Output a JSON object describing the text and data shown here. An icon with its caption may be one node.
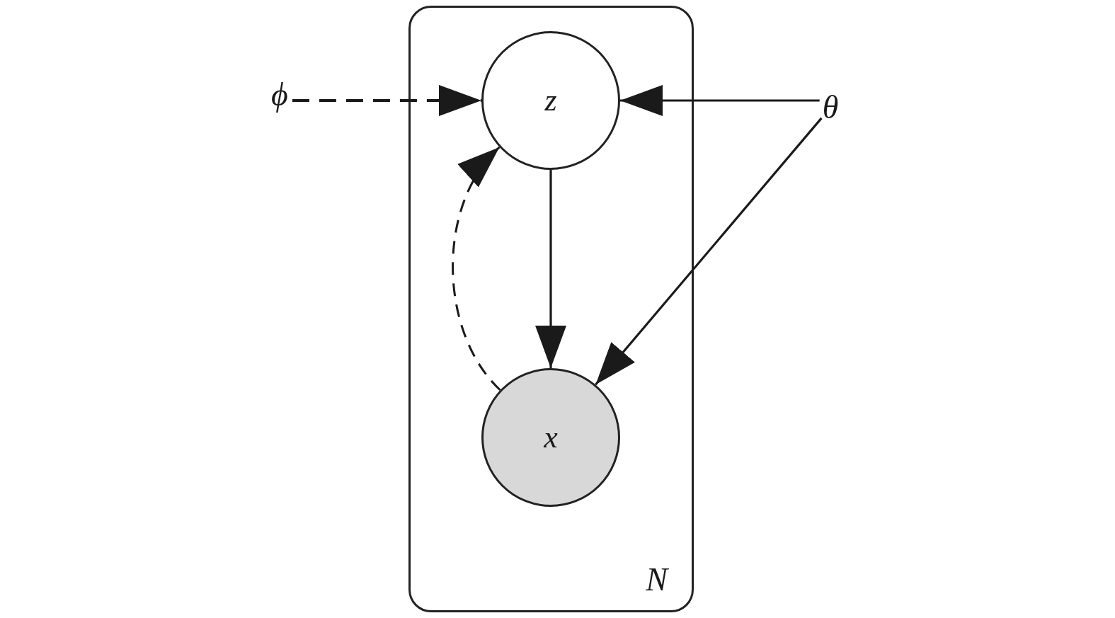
{
  "diagram": {
    "nodes": [
      {
        "text": [
          "N"
        ]
      },
      {
        "text": [
          "z"
        ],
        "in": 0
      },
      {
        "text": [
          "x"
        ],
        "in": 0
      },
      {
        "text": [
          "ϕ"
        ]
      },
      {
        "text": [
          "θ"
        ]
      }
    ],
    "edges": [
      {
        "from": 3,
        "to": 1,
        "arrow": "to",
        "style": "dashed"
      },
      {
        "from": 4,
        "to": 1,
        "arrow": "to"
      },
      {
        "from": 1,
        "to": 2,
        "arrow": "to"
      },
      {
        "from": 4,
        "to": 2,
        "arrow": "to"
      },
      {
        "from": 2,
        "to": 1,
        "arrow": "to",
        "style": "dashed"
      }
    ]
  }
}
